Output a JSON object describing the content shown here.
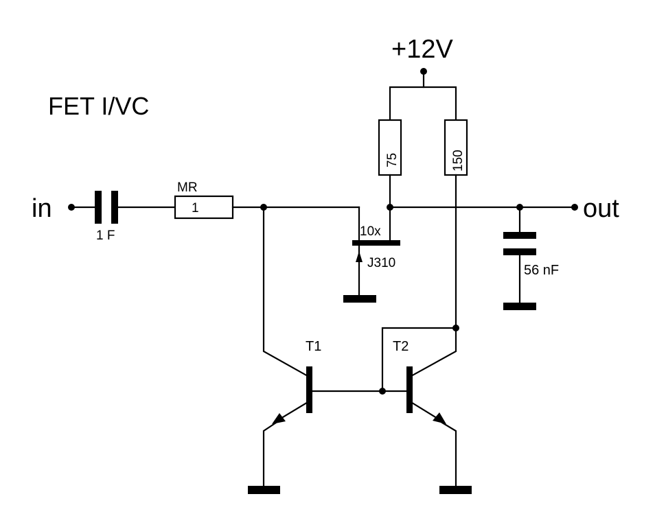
{
  "title": "FET I/VC",
  "supply": "+12V",
  "input_label": "in",
  "output_label": "out",
  "components": {
    "input_capacitor": {
      "value": "1 F"
    },
    "input_resistor": {
      "name": "MR",
      "value": "1"
    },
    "resistor_75": {
      "value": "75"
    },
    "resistor_150": {
      "value": "150"
    },
    "jfet": {
      "multiplier": "10x",
      "part": "J310"
    },
    "output_capacitor": {
      "value": "56 nF"
    },
    "transistor_1": {
      "name": "T1"
    },
    "transistor_2": {
      "name": "T2"
    }
  }
}
